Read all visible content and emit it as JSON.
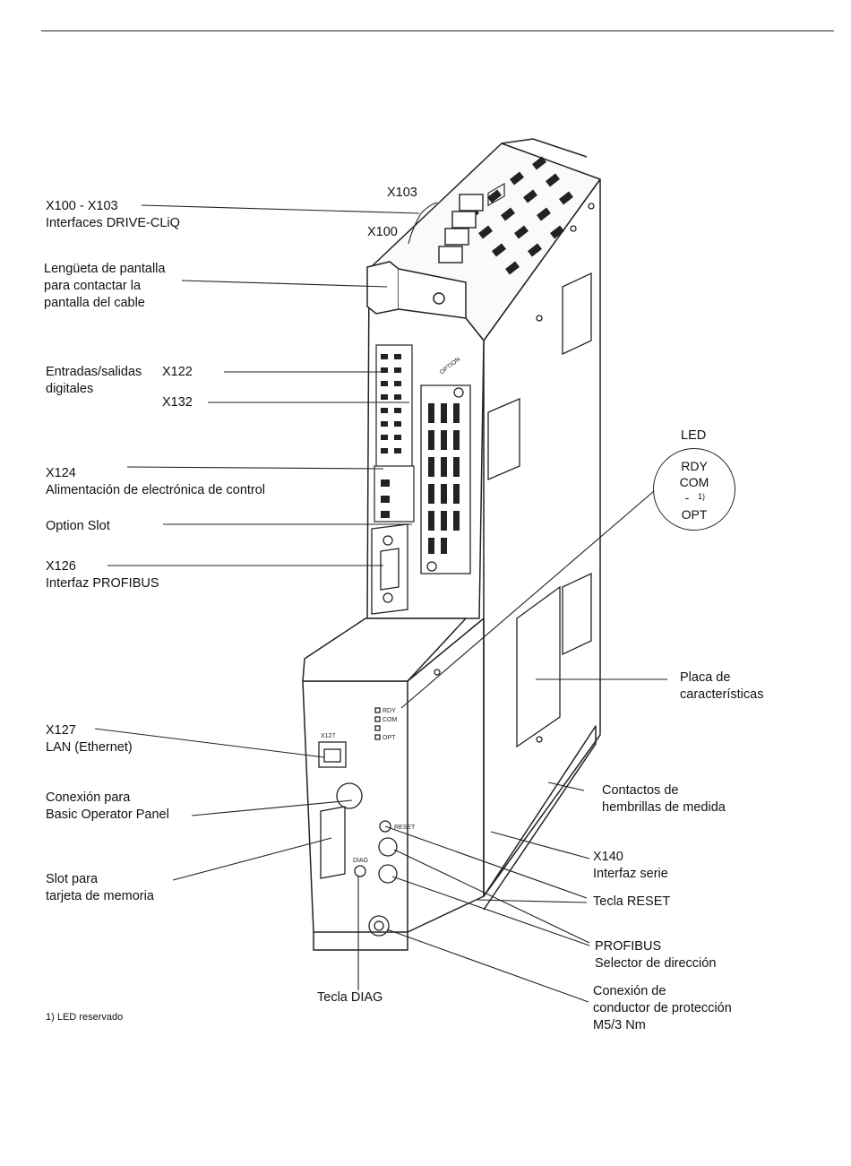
{
  "labels": {
    "x100_x103": [
      "X100 - X103",
      "Interfaces DRIVE-CLiQ"
    ],
    "x103": "X103",
    "x100": "X100",
    "shield_tab": [
      "Lengüeta de pantalla",
      "para contactar la",
      "pantalla del cable"
    ],
    "digital_io": [
      "Entradas/salidas",
      "digitales"
    ],
    "x122": "X122",
    "x132": "X132",
    "x124": [
      "X124",
      "Alimentación de electrónica de control"
    ],
    "option_slot": "Option Slot",
    "x126": [
      "X126",
      "Interfaz PROFIBUS"
    ],
    "led_title": "LED",
    "led_rdy": "RDY",
    "led_com": "COM",
    "led_dash": "-",
    "led_footnote_mark": "1)",
    "led_opt": "OPT",
    "rating_plate": [
      "Placa de",
      "características"
    ],
    "x127": [
      "X127",
      "LAN (Ethernet)"
    ],
    "bop": [
      "Conexión para",
      "Basic Operator Panel"
    ],
    "test_sockets": [
      "Contactos de",
      "hembrillas de medida"
    ],
    "x140": [
      "X140",
      "Interfaz serie"
    ],
    "memory_slot": [
      "Slot para",
      "tarjeta de memoria"
    ],
    "reset": "Tecla RESET",
    "profibus_selector": [
      "PROFIBUS",
      "Selector de dirección"
    ],
    "diag": "Tecla DIAG",
    "pe_conn": [
      "Conexión de",
      "conductor de protección",
      "M5/3 Nm"
    ],
    "footnote": "1) LED reservado"
  },
  "device_marks": {
    "option": "OPTION",
    "x127": "X127",
    "diag": "DIAG",
    "reset": "RESET",
    "led_rdy": "RDY",
    "led_com": "COM",
    "led_opt": "OPT"
  }
}
